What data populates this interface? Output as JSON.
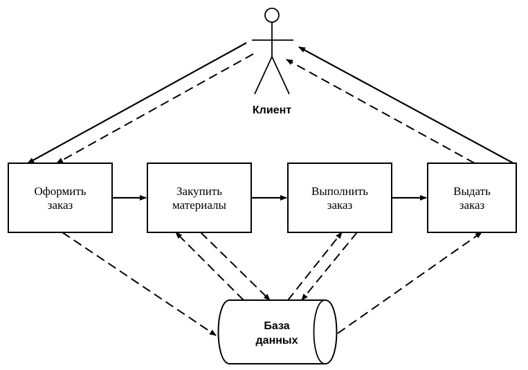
{
  "actor": {
    "name": "Клиент"
  },
  "processes": [
    {
      "line1": "Оформить",
      "line2": "заказ"
    },
    {
      "line1": "Закупить",
      "line2": "материалы"
    },
    {
      "line1": "Выполнить",
      "line2": "заказ"
    },
    {
      "line1": "Выдать",
      "line2": "заказ"
    }
  ],
  "database": {
    "line1": "База",
    "line2": "данных"
  }
}
